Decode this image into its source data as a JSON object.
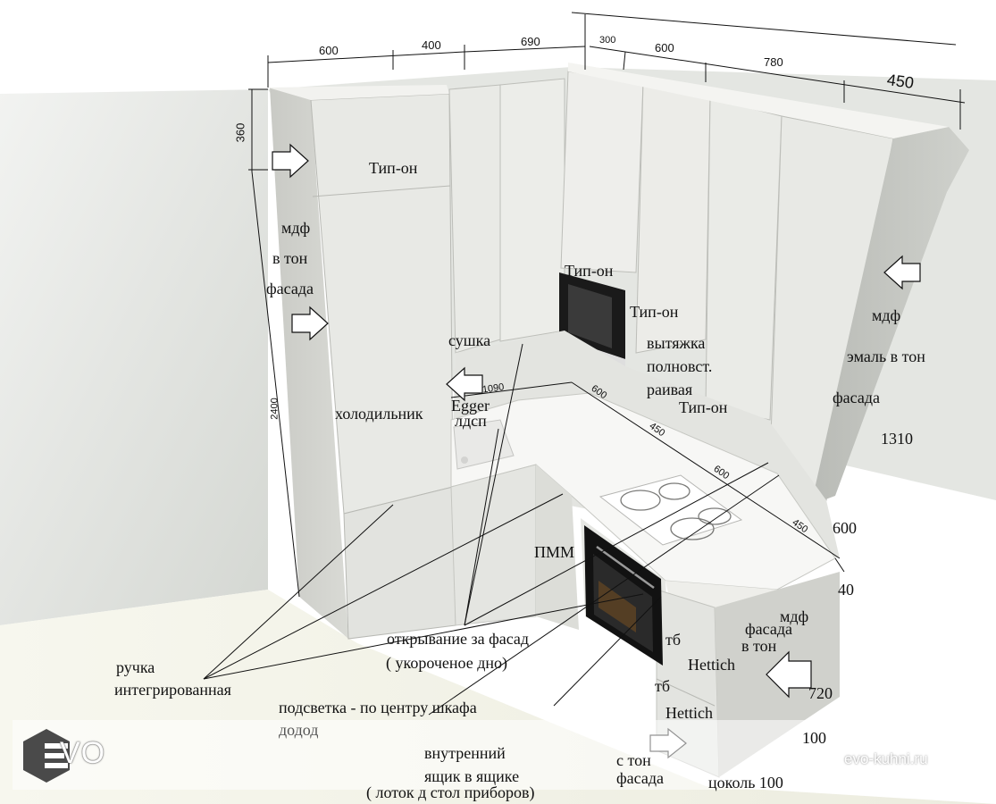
{
  "dimensions": {
    "top": [
      "600",
      "400",
      "690",
      "300",
      "600",
      "780",
      "450"
    ],
    "height_upper": "360",
    "height_total": "2400",
    "counter": [
      "1090",
      "600",
      "450",
      "600",
      "450"
    ]
  },
  "labels": {
    "tipon_1": "Тип-он",
    "tipon_2": "Тип-он",
    "tipon_3": "Тип-он",
    "tipon_4": "Тип-он",
    "mdf_tone_1": "мдф",
    "mdf_tone_2": "в тон",
    "mdf_tone_3": "фасада",
    "sushka": "сушка",
    "egger": "Egger",
    "ldsp": "лдсп",
    "fridge": "холодильник",
    "hood_1": "вытяжка",
    "hood_2": "полновст.",
    "hood_3": "раивая",
    "mdf_right": "мдф",
    "enamel": "эмаль в тон",
    "facade_right": "фасада",
    "n1310": "1310",
    "n600": "600",
    "n40": "40",
    "pmm": "ПММ",
    "mdf_br_1": "мдф",
    "mdf_br_2": "фасада",
    "mdf_br_3": "в тон",
    "n720": "720",
    "n100": "100",
    "opening_1": "открывание за фасад",
    "opening_2": "( укороченое дно)",
    "tb_1": "тб",
    "hettich_1": "Hettich",
    "tb_2": "тб",
    "hettich_2": "Hettich",
    "handle_1": "ручка",
    "handle_2": "интегрированная",
    "light_1": "подсветка - по центру шкафа",
    "light_2": "додод",
    "inner_1": "внутренний",
    "inner_2": "ящик в ящике",
    "inner_3": "( лоток д стол приборов)",
    "s_ton_1": "с тон",
    "s_ton_2": "фасада",
    "plinth": "цоколь 100"
  },
  "brand": {
    "logo_text": "VO",
    "site": "evo-kuhni.ru"
  },
  "colors": {
    "facade": "#e6e7e2",
    "side": "#cfd0cb",
    "floor": "#f1f2e3",
    "wall": "#dfe1dc",
    "appliance": "#151515"
  }
}
